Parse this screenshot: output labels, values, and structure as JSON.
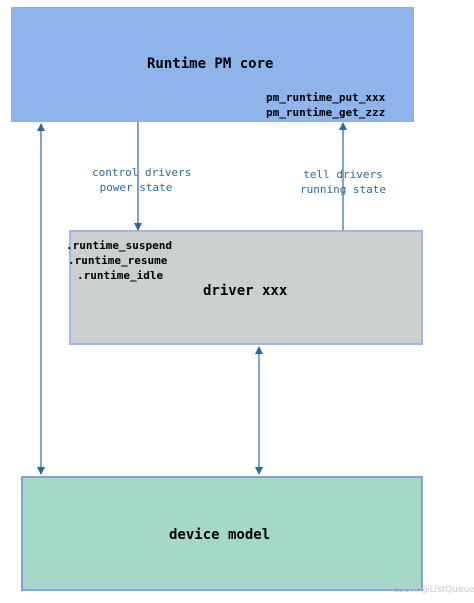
{
  "core": {
    "title": "Runtime PM core",
    "functions": [
      "pm_runtime_put_xxx",
      "pm_runtime_get_zzz"
    ]
  },
  "driver": {
    "callbacks": [
      ".runtime_suspend",
      ".runtime_resume",
      ".runtime_idle"
    ],
    "title": "driver xxx"
  },
  "device": {
    "title": "device model"
  },
  "annotations": {
    "control": [
      "control drivers",
      "power state"
    ],
    "tell": [
      "tell drivers",
      "running state"
    ]
  },
  "watermark": "CSDN @ListQueue",
  "colors": {
    "core_fill": "#8fb4ec",
    "driver_fill": "#cccfcf",
    "device_fill": "#a6d8ca",
    "arrow": "#2d6a9c"
  }
}
